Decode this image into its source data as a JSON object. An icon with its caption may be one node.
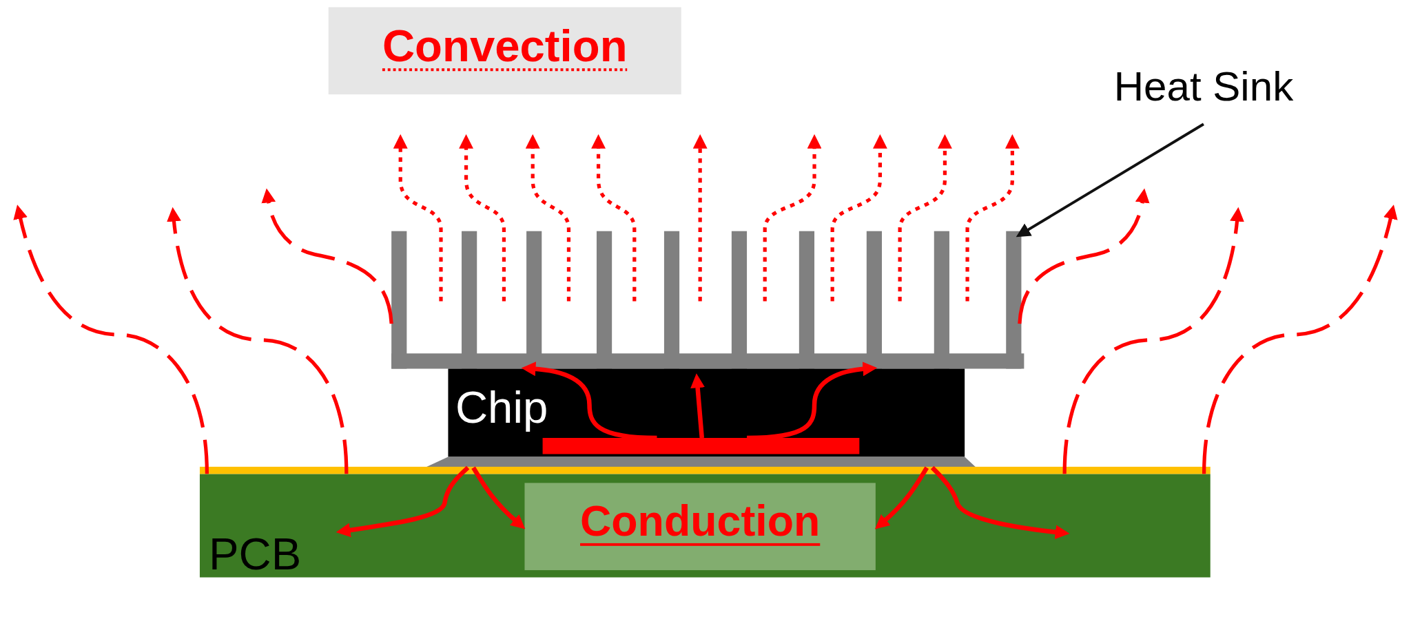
{
  "diagram": {
    "nodes": [
      {
        "text": [
          "Convection"
        ]
      },
      {
        "text": [
          "Heat Sink"
        ]
      },
      {
        "text": [],
        "shape": "picture"
      },
      {
        "text": [
          "Chip"
        ]
      },
      {
        "text": [
          "PCB"
        ]
      },
      {
        "text": [
          "Conduction"
        ],
        "in": 4
      },
      {
        "text": [],
        "shape": "bar",
        "in": 3
      },
      {
        "text": [],
        "shape": "bar"
      }
    ],
    "edges": [
      {
        "from": 1,
        "to": 2,
        "arrow": "to",
        "color": "#111111"
      },
      {
        "from": 2,
        "to": null,
        "arrow": "to",
        "style": "dashed"
      },
      {
        "from": 2,
        "to": null,
        "arrow": "to",
        "style": "dashed"
      },
      {
        "from": 2,
        "to": null,
        "arrow": "to",
        "style": "dashed"
      },
      {
        "from": 2,
        "to": null,
        "arrow": "to",
        "style": "dashed"
      },
      {
        "from": 2,
        "to": null,
        "arrow": "to",
        "style": "dashed"
      },
      {
        "from": 2,
        "to": null,
        "arrow": "to",
        "style": "dashed"
      },
      {
        "from": 2,
        "to": null,
        "arrow": "to",
        "style": "dashed"
      },
      {
        "from": 2,
        "to": null,
        "arrow": "to",
        "style": "dashed"
      },
      {
        "from": 2,
        "to": null,
        "arrow": "to",
        "style": "dashed"
      },
      {
        "from": 4,
        "to": null,
        "arrow": "to",
        "style": "dashed"
      },
      {
        "from": 4,
        "to": null,
        "arrow": "to",
        "style": "dashed"
      },
      {
        "from": 2,
        "to": null,
        "arrow": "to",
        "style": "dashed"
      },
      {
        "from": 4,
        "to": null,
        "arrow": "to",
        "style": "dashed"
      },
      {
        "from": 4,
        "to": null,
        "arrow": "to",
        "style": "dashed"
      },
      {
        "from": 2,
        "to": null,
        "arrow": "to",
        "style": "dashed"
      },
      {
        "from": 6,
        "to": null,
        "arrow": "to"
      },
      {
        "from": 6,
        "to": null,
        "arrow": "to"
      },
      {
        "from": 6,
        "to": null,
        "arrow": "to"
      },
      {
        "from": 7,
        "to": null,
        "arrow": "to"
      },
      {
        "from": 7,
        "to": 5,
        "arrow": "to"
      },
      {
        "from": 7,
        "to": 5,
        "arrow": "to"
      },
      {
        "from": 7,
        "to": null,
        "arrow": "to"
      }
    ]
  }
}
